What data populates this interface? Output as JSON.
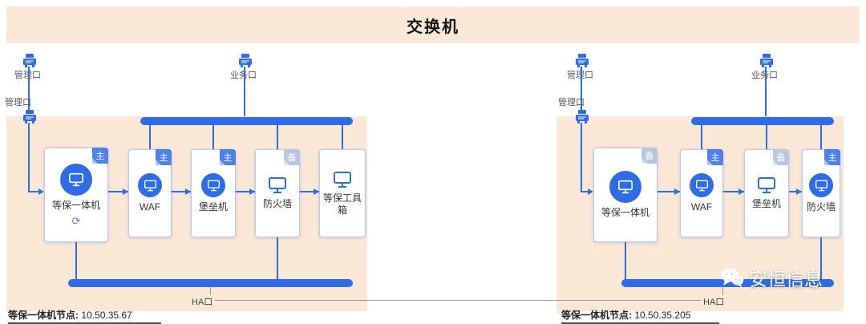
{
  "title": "交换机",
  "colors": {
    "accent_blue": "#2e6be6",
    "panel_bg": "#fce8d6",
    "badge_primary": "#4d82ec",
    "badge_standby": "#b9c6e0"
  },
  "top_ports": {
    "left_mgmt": "管理口",
    "left_biz": "业务口",
    "right_mgmt": "管理口",
    "right_biz": "业务口"
  },
  "left_group": {
    "side_mgmt_label": "管理口",
    "ha_label": "HA口",
    "node_title": "等保一体机节点:",
    "node_ip": "10.50.35.67",
    "devices": [
      {
        "label": "等保一体机",
        "badge": "主"
      },
      {
        "label": "WAF",
        "badge": "主"
      },
      {
        "label": "堡垒机",
        "badge": "主"
      },
      {
        "label": "防火墙",
        "badge": "备"
      },
      {
        "label": "等保工具箱",
        "badge": ""
      }
    ]
  },
  "right_group": {
    "side_mgmt_label": "管理口",
    "ha_label": "HA口",
    "node_title": "等保一体机节点:",
    "node_ip": "10.50.35.205",
    "devices": [
      {
        "label": "等保一体机",
        "badge": "备"
      },
      {
        "label": "WAF",
        "badge": "主"
      },
      {
        "label": "堡垒机",
        "badge": "备"
      },
      {
        "label": "防火墙",
        "badge": "主"
      }
    ]
  },
  "watermark": {
    "brand": "安恒信息"
  }
}
